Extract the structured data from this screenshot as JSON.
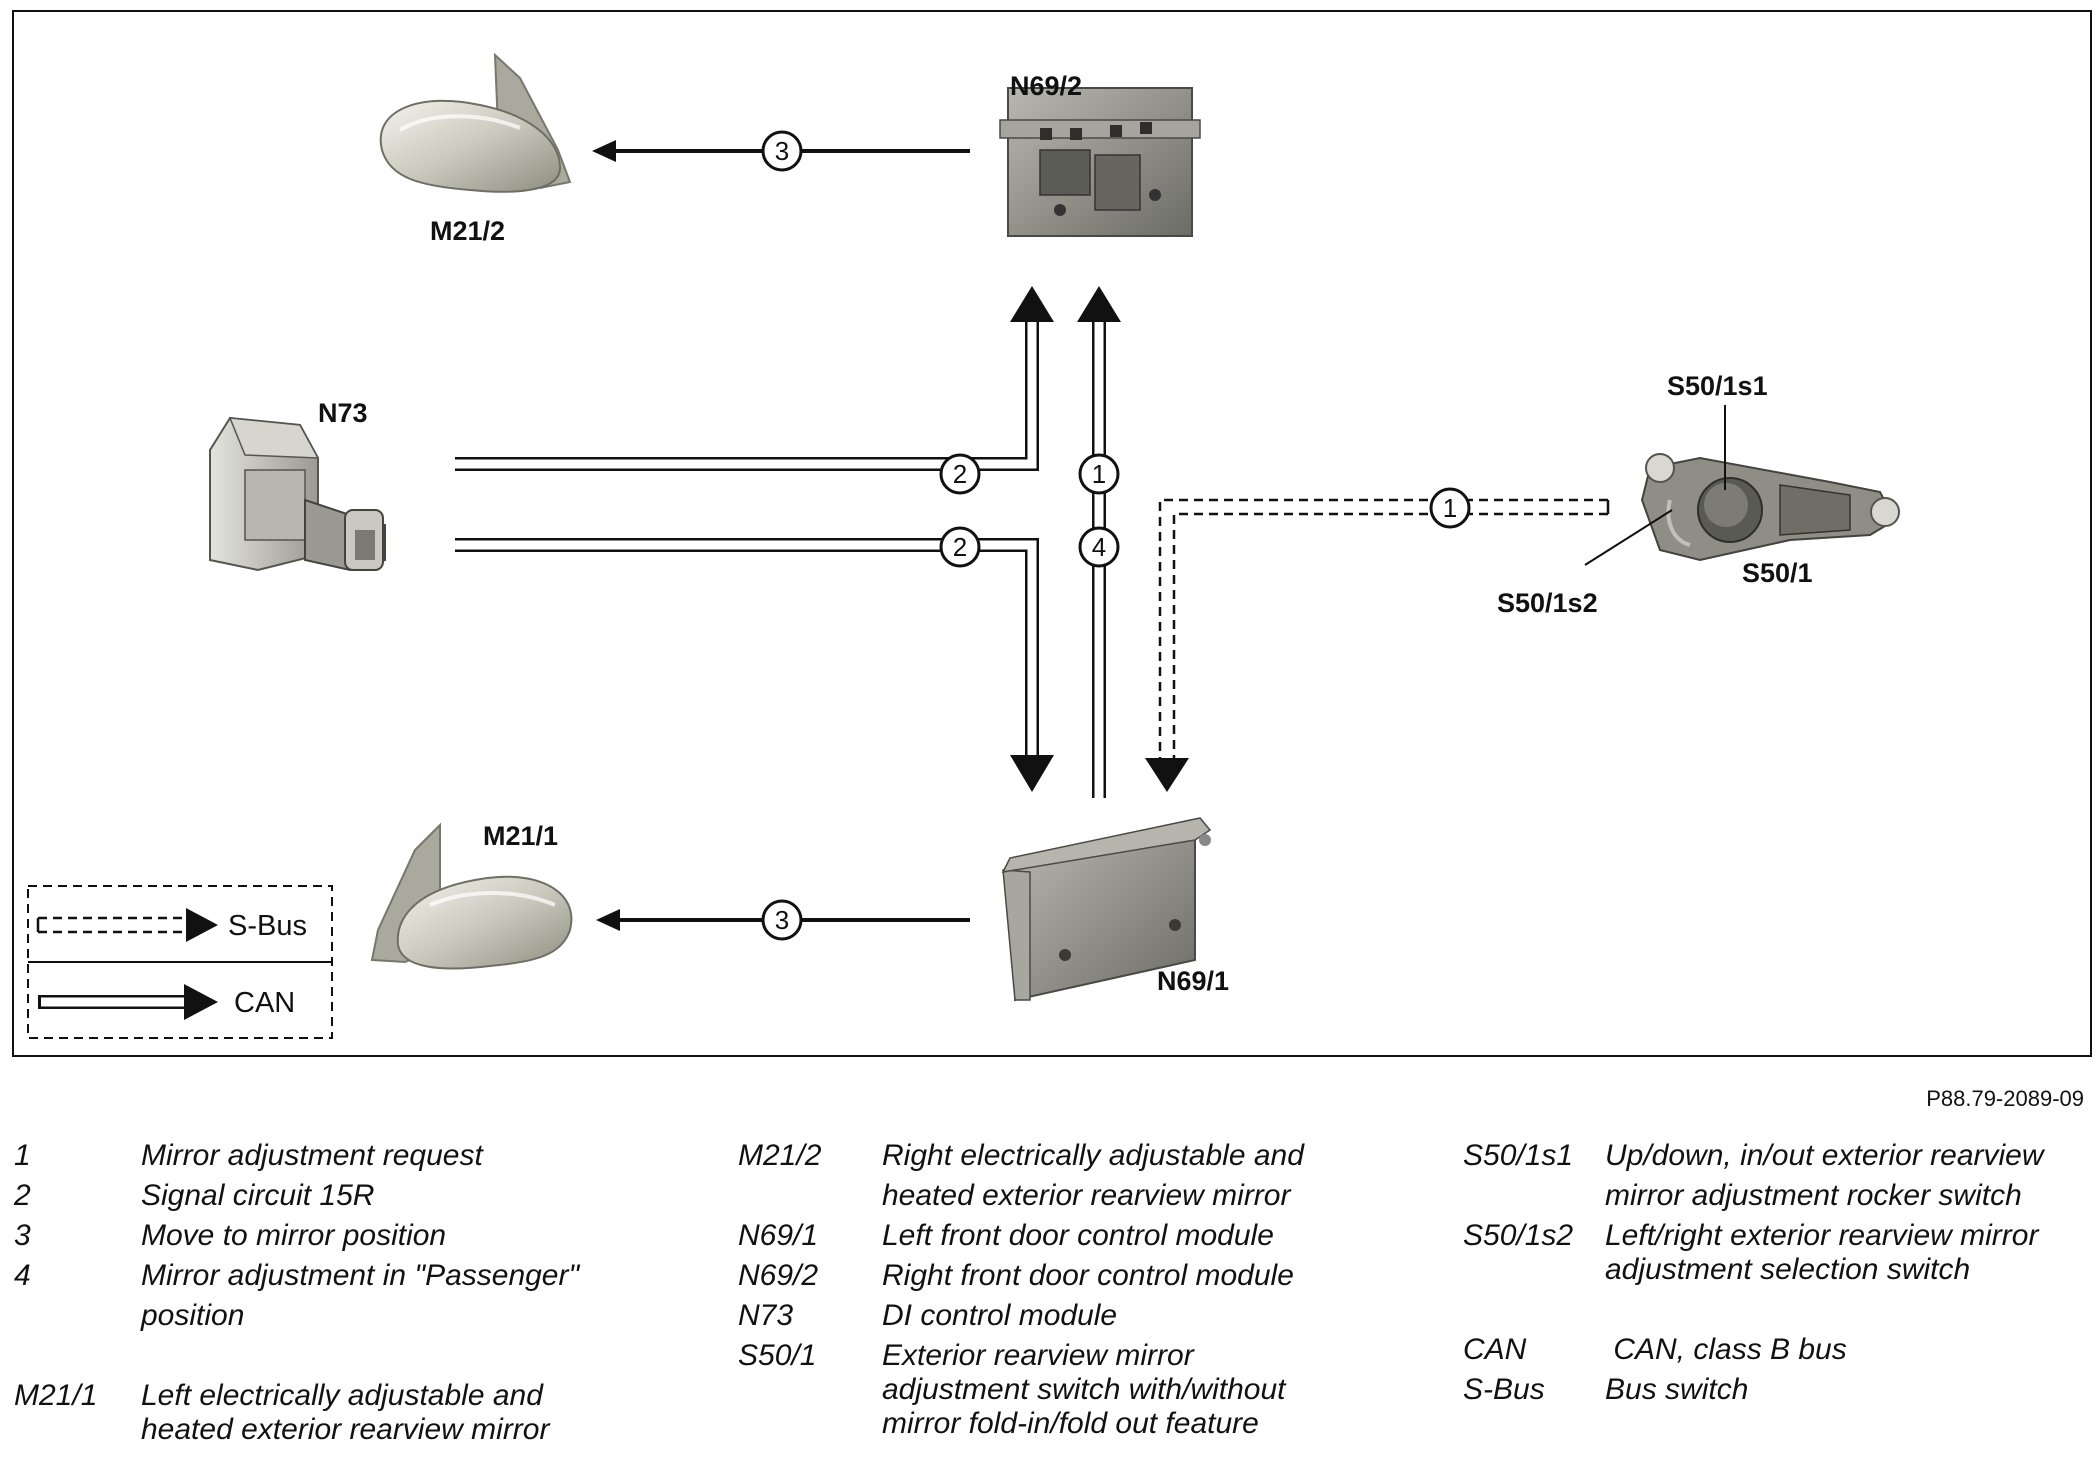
{
  "diagram": {
    "labels": {
      "n69_2": "N69/2",
      "m21_2": "M21/2",
      "n73": "N73",
      "s50_1s1": "S50/1s1",
      "s50_1s2": "S50/1s2",
      "s50_1": "S50/1",
      "m21_1": "M21/1",
      "n69_1": "N69/1"
    },
    "circle_numbers": {
      "top_move": "3",
      "bottom_move": "3",
      "can_upper": "2",
      "can_lower": "2",
      "request_up": "1",
      "request_sbus": "1",
      "passenger": "4"
    },
    "key_box": {
      "sbus": "S-Bus",
      "can": "CAN"
    }
  },
  "figure_id": "P88.79-2089-09",
  "legend": {
    "col1": [
      {
        "code": "1",
        "desc": "Mirror adjustment request"
      },
      {
        "code": "2",
        "desc": "Signal circuit 15R"
      },
      {
        "code": "3",
        "desc": "Move to mirror position"
      },
      {
        "code": "4",
        "desc": "Mirror adjustment in \"Passenger\"",
        "desc2": "position"
      },
      {
        "code": "M21/1",
        "desc": "Left electrically adjustable and",
        "desc2": "heated exterior rearview mirror"
      }
    ],
    "col2": [
      {
        "code": "M21/2",
        "desc": "Right electrically adjustable and",
        "desc2": "heated exterior rearview mirror"
      },
      {
        "code": "N69/1",
        "desc": "Left front door control module"
      },
      {
        "code": "N69/2",
        "desc": "Right front door control module"
      },
      {
        "code": "N73",
        "desc": "DI control module"
      },
      {
        "code": "S50/1",
        "desc": "Exterior rearview mirror",
        "desc2": "adjustment switch with/without",
        "desc3": "mirror fold-in/fold out feature"
      }
    ],
    "col3": [
      {
        "code": "S50/1s1",
        "desc": "Up/down, in/out exterior rearview",
        "desc2": "mirror adjustment rocker switch"
      },
      {
        "code": "S50/1s2",
        "desc": "Left/right exterior rearview mirror",
        "desc2": "adjustment selection switch"
      },
      {
        "code": "CAN",
        "desc": " CAN, class B bus"
      },
      {
        "code": "S-Bus",
        "desc": "Bus switch"
      }
    ]
  }
}
